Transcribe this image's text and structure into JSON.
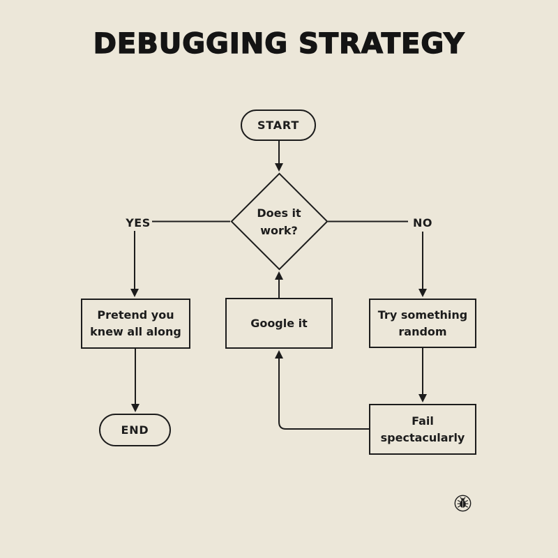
{
  "title": "DEBUGGING STRATEGY",
  "colors": {
    "background": "#ECE7D9",
    "ink": "#1C1C1C"
  },
  "flow": {
    "nodes": {
      "start": {
        "type": "terminator",
        "label": "START"
      },
      "decision": {
        "type": "decision",
        "lines": [
          "Does it",
          "work?"
        ]
      },
      "pretend": {
        "type": "process",
        "lines": [
          "Pretend you",
          "knew all along"
        ]
      },
      "google": {
        "type": "process",
        "label": "Google it"
      },
      "random": {
        "type": "process",
        "lines": [
          "Try something",
          "random"
        ]
      },
      "fail": {
        "type": "process",
        "lines": [
          "Fail",
          "spectacularly"
        ]
      },
      "end": {
        "type": "terminator",
        "label": "END"
      }
    },
    "edges": [
      {
        "from": "start",
        "to": "decision",
        "label": ""
      },
      {
        "from": "decision",
        "to": "pretend",
        "label": "YES"
      },
      {
        "from": "decision",
        "to": "random",
        "label": "NO"
      },
      {
        "from": "pretend",
        "to": "end",
        "label": ""
      },
      {
        "from": "random",
        "to": "fail",
        "label": ""
      },
      {
        "from": "fail",
        "to": "google",
        "label": ""
      },
      {
        "from": "google",
        "to": "decision",
        "label": ""
      }
    ]
  },
  "logo": {
    "icon": "bug-icon"
  }
}
